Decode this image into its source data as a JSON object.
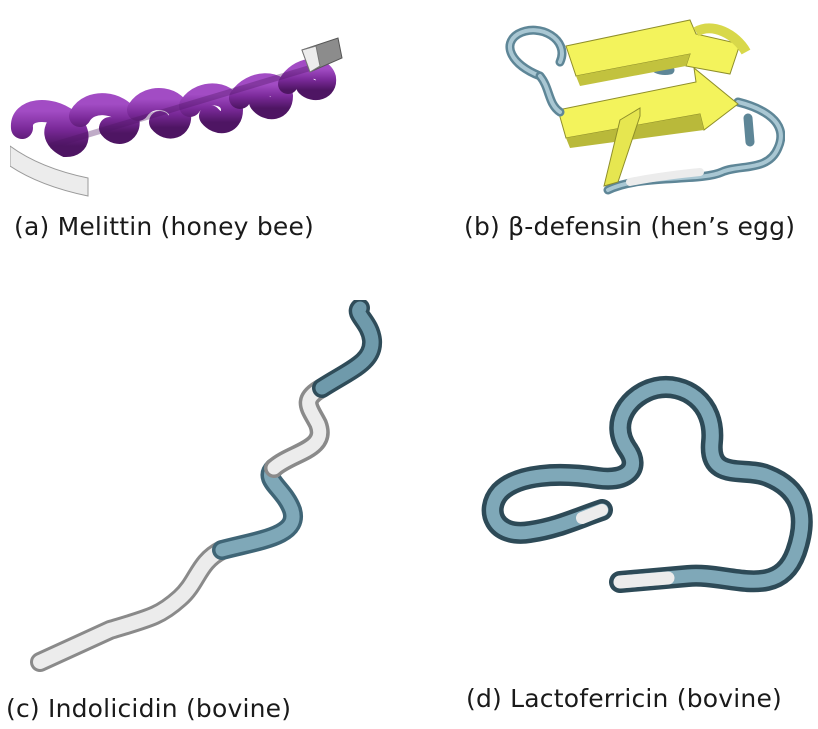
{
  "figure": {
    "panels": [
      {
        "id": "a",
        "caption": "(a) Melittin (honey bee)",
        "structure": "alpha-helix",
        "colors": {
          "helix": "#7b2a9a",
          "helix_dark": "#4e1563",
          "coil": "#e8e8e8"
        }
      },
      {
        "id": "b",
        "caption": "(b) β-defensin (hen’s egg)",
        "structure": "beta-sheet",
        "colors": {
          "sheet": "#f3f35c",
          "sheet_dark": "#b9b93a",
          "coil": "#7fa8b8"
        }
      },
      {
        "id": "c",
        "caption": "(c) Indolicidin (bovine)",
        "structure": "extended-coil",
        "colors": {
          "tube": "#6f9aab",
          "tube_white": "#e8e8e8"
        }
      },
      {
        "id": "d",
        "caption": "(d) Lactoferricin (bovine)",
        "structure": "loop-coil",
        "colors": {
          "tube": "#6f9aab",
          "tube_dark": "#2d4a57",
          "tube_white": "#e8e8e8"
        }
      }
    ]
  }
}
